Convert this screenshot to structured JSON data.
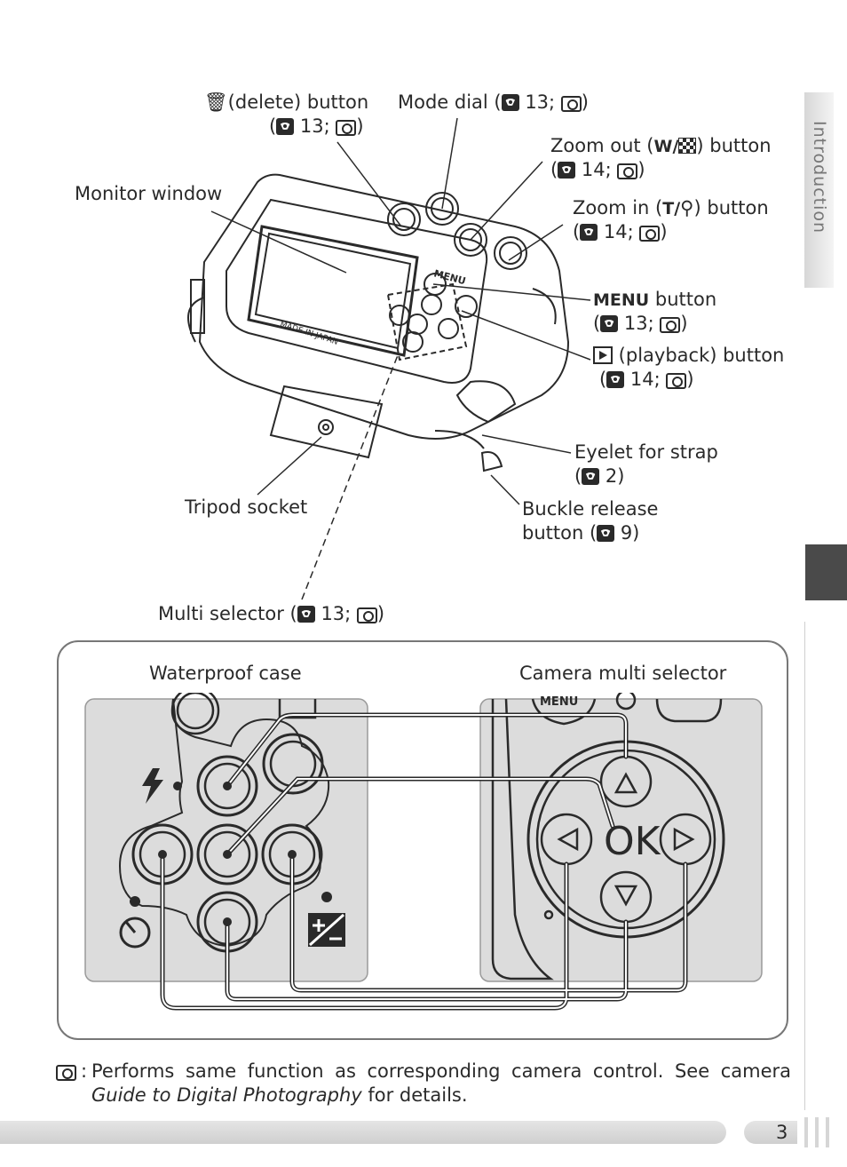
{
  "side_tab": {
    "label": "Introduction"
  },
  "labels": {
    "delete_button": {
      "line1": "(delete) button",
      "line2_prefix": "(",
      "line2_mid": " 13; ",
      "line2_suffix": ")"
    },
    "mode_dial": {
      "prefix": "Mode dial (",
      "mid": " 13; ",
      "suffix": ")"
    },
    "zoom_out": {
      "line1_a": "Zoom out (",
      "line1_b": "W/",
      "line1_c": ") button",
      "line2_prefix": "(",
      "line2_mid": " 14; ",
      "line2_suffix": ")"
    },
    "zoom_in": {
      "line1_a": "Zoom in (",
      "line1_b": "T/",
      "line1_c": ") button",
      "line2_prefix": "(",
      "line2_mid": " 14; ",
      "line2_suffix": ")"
    },
    "monitor_window": "Monitor window",
    "menu_button": {
      "line1_bold": "MENU",
      "line1_rest": " button",
      "line2_prefix": "(",
      "line2_mid": " 13; ",
      "line2_suffix": ")"
    },
    "playback_button": {
      "line1_rest": " (playback) button",
      "line2_prefix": "(",
      "line2_mid": " 14; ",
      "line2_suffix": ")"
    },
    "eyelet": {
      "line1": "Eyelet for strap",
      "line2_prefix": "(",
      "line2_suffix": " 2)"
    },
    "tripod_socket": "Tripod socket",
    "buckle_release": {
      "line1": "Buckle release",
      "line2_prefix": "button (",
      "line2_suffix": " 9)"
    },
    "multi_selector": {
      "prefix": "Multi selector (",
      "mid": " 13; ",
      "suffix": ")"
    }
  },
  "inset": {
    "left_title": "Waterproof case",
    "right_title": "Camera multi selector",
    "ok_label": "OK",
    "menu_fragment": "MENU"
  },
  "footnote": {
    "colon": ":",
    "text_a": "Performs same function as corresponding camera control.  See camera ",
    "text_italic": "Guide to Digital Photography",
    "text_b": " for details."
  },
  "page_number": "3",
  "colors": {
    "text": "#2a2a2a",
    "dark_tab": "#4a4a4a",
    "panel_gray": "#dcdcdc"
  }
}
